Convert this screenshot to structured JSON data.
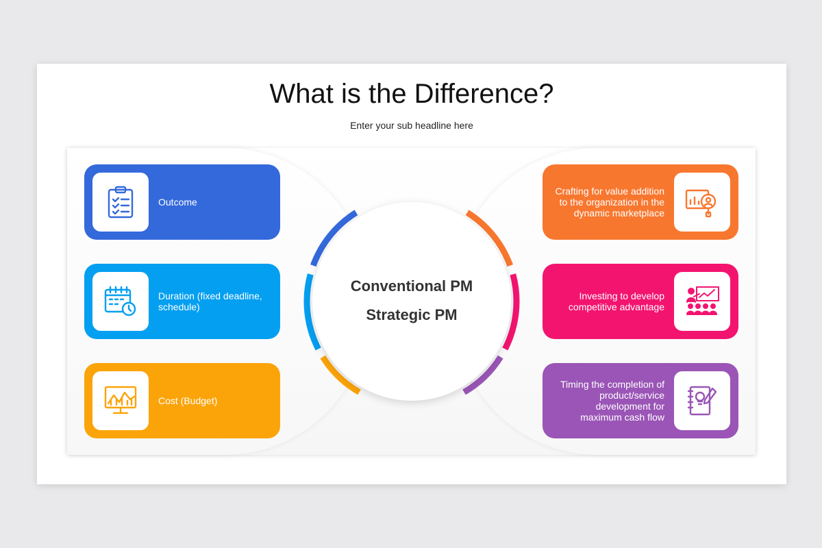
{
  "slide": {
    "title": "What is the Difference?",
    "subtitle": "Enter your sub headline here"
  },
  "center": {
    "line1": "Conventional PM",
    "line2": "Strategic PM"
  },
  "left_cards": [
    {
      "label": "Outcome",
      "color": "#3469db",
      "icon": "clipboard-checklist-icon"
    },
    {
      "label": "Duration (fixed deadline, schedule)",
      "color": "#049ff1",
      "icon": "calendar-clock-icon"
    },
    {
      "label": "Cost (Budget)",
      "color": "#fba40a",
      "icon": "chart-monitor-icon"
    }
  ],
  "right_cards": [
    {
      "label": "Crafting for value addition to the organization in the dynamic marketplace",
      "color": "#f8772f",
      "icon": "document-magnifier-icon"
    },
    {
      "label": "Investing to develop competitive advantage",
      "color": "#f31470",
      "icon": "presentation-audience-icon"
    },
    {
      "label": "Timing the completion of product/service development for maximum cash flow",
      "color": "#9a55b6",
      "icon": "idea-notebook-icon"
    }
  ]
}
